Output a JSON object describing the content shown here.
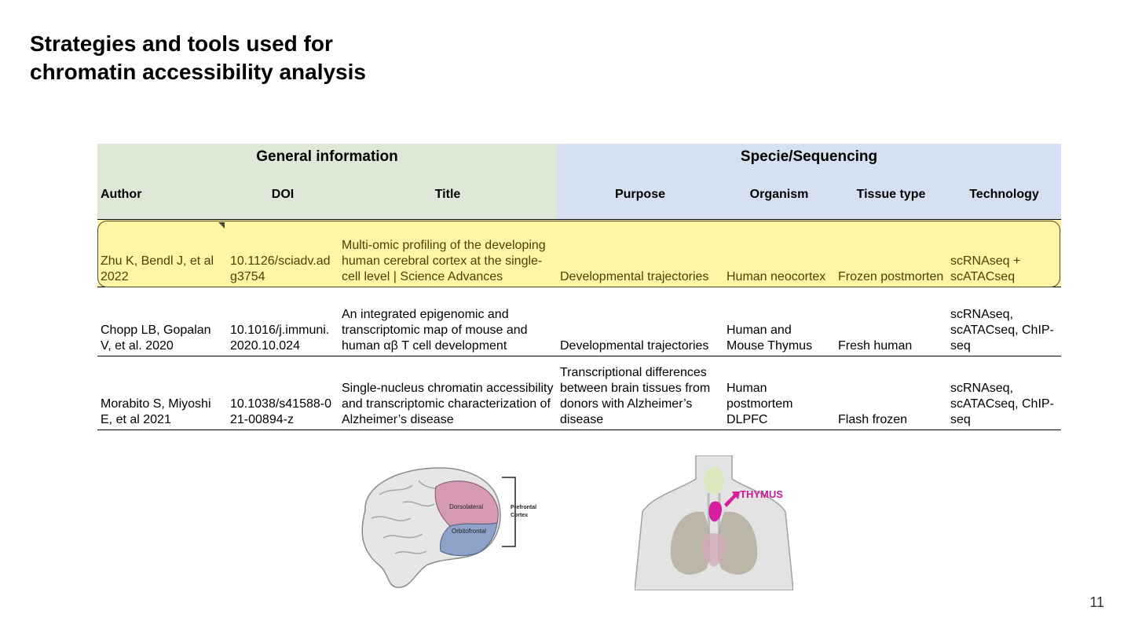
{
  "slide": {
    "title": "Strategies and tools used for chromatin accessibility analysis",
    "page_number": "11"
  },
  "table": {
    "group_headers": {
      "general": "General information",
      "species": "Specie/Sequencing"
    },
    "columns": [
      "Author",
      "DOI",
      "Title",
      "Purpose",
      "Organism",
      "Tissue type",
      "Technology"
    ],
    "rows": [
      [
        "Zhu K, Bendl J, et al 2022",
        "10.1126/sciadv.adg3754",
        "Multi-omic profiling of the developing human cerebral cortex at the single-cell level | Science Advances",
        "Developmental trajectories",
        "Human neocortex",
        "Frozen postmorten",
        "scRNAseq + scATACseq"
      ],
      [
        "Chopp LB, Gopalan V, et al. 2020",
        "10.1016/j.immuni.2020.10.024",
        "An integrated epigenomic and transcriptomic map of mouse and human αβ T cell development",
        "Developmental trajectories",
        "Human and Mouse Thymus",
        "Fresh human",
        "scRNAseq, scATACseq, ChIP-seq"
      ],
      [
        "Morabito S, Miyoshi E, et al 2021",
        "10.1038/s41588-021-00894-z",
        "Single-nucleus chromatin accessibility and transcriptomic characterization of Alzheimer’s disease",
        "Transcriptional differences between brain tissues from donors with Alzheimer’s disease",
        "Human postmortem DLPFC",
        "Flash frozen",
        "scRNAseq, scATACseq, ChIP-seq"
      ]
    ]
  },
  "figures": {
    "brain": {
      "labels": {
        "dorsolateral": "Dorsolateral",
        "orbitofrontal": "Orbitofrontal",
        "prefrontal_1": "Prefrontal",
        "prefrontal_2": "Cortex"
      }
    },
    "thymus": {
      "label": "THYMUS"
    }
  },
  "colors": {
    "general_header_bg": "#dde9d6",
    "species_header_bg": "#d5e1f0",
    "highlight_row_bg": "#fef6a5",
    "brain_dorsolateral": "#d69ab5",
    "brain_orbitofrontal": "#8ea2c8",
    "thymus_accent": "#d61fa0"
  }
}
